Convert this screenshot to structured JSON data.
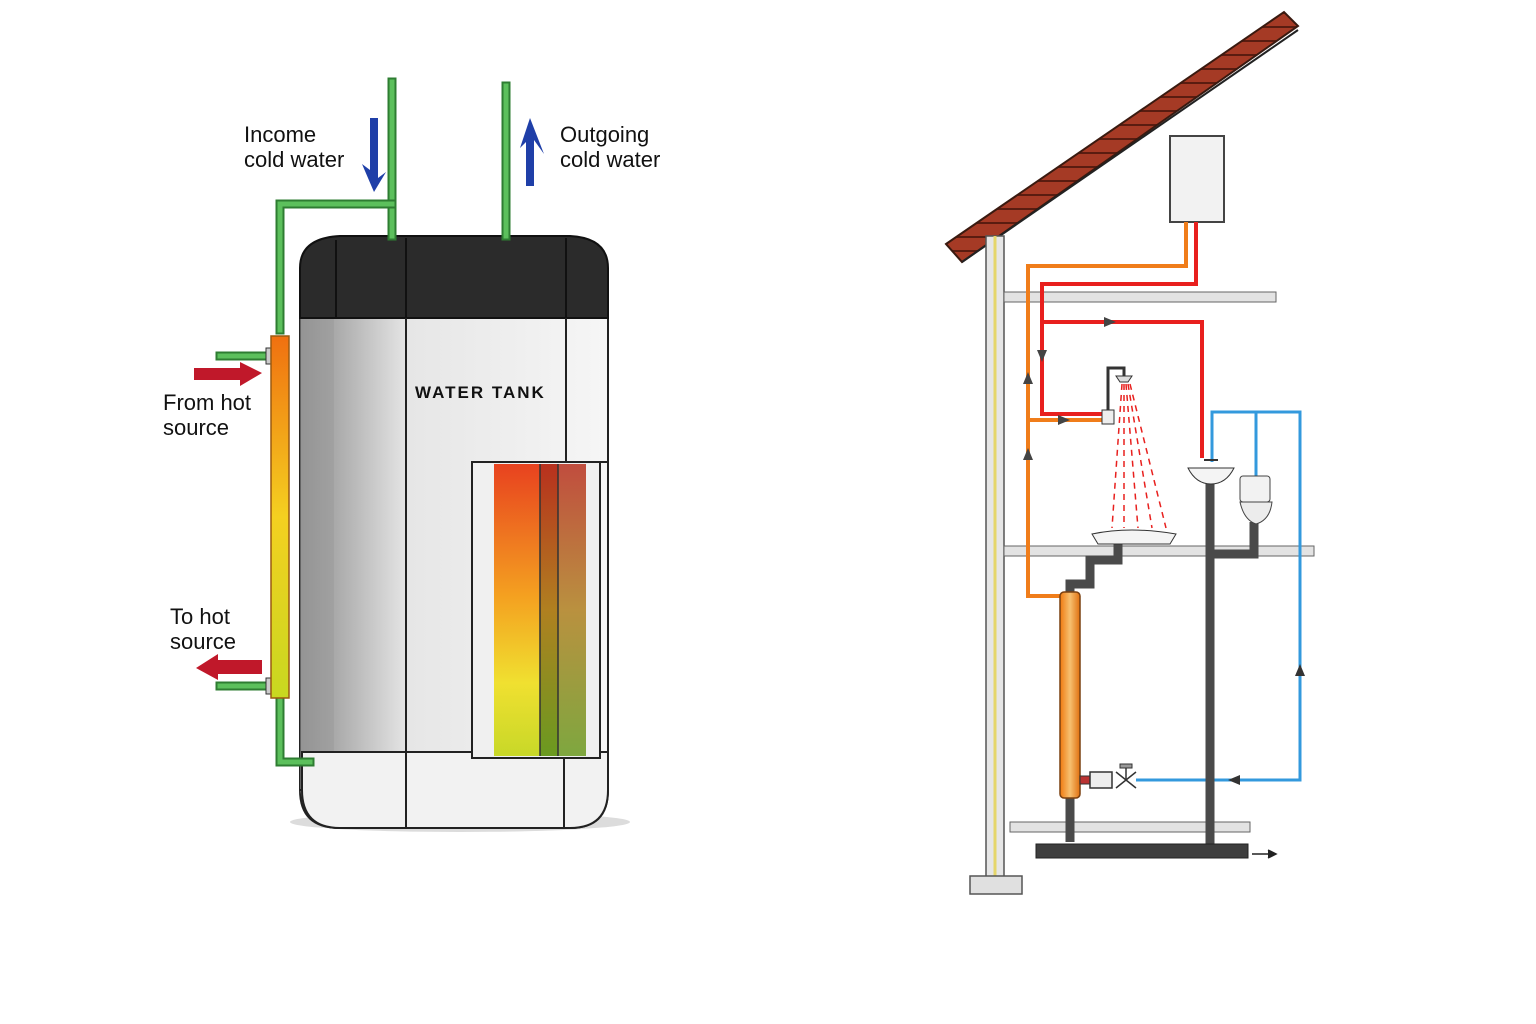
{
  "labels": {
    "income_line1": "Income",
    "income_line2": "cold water",
    "outgoing_line1": "Outgoing",
    "outgoing_line2": "cold water",
    "from_hot_line1": "From hot",
    "from_hot_line2": "source",
    "to_hot_line1": "To hot",
    "to_hot_line2": "source",
    "tank_title": "WATER TANK"
  },
  "colors": {
    "cold_pipe": "#4caf50",
    "cold_pipe_dark": "#2e7d32",
    "flow_arrow_blue": "#1f3fa8",
    "hot_arrow_red": "#c0182a",
    "tank_cap": "#2b2b2b",
    "hot_supply": "#e8201e",
    "warm_supply": "#f07d1a",
    "cold_supply_house": "#3399dd",
    "drain": "#4a4a4a",
    "roof_tile": "#a53a25"
  },
  "icons": [
    "down-arrow-icon",
    "up-arrow-icon",
    "right-arrow-icon",
    "left-arrow-icon",
    "shower-icon",
    "sink-icon",
    "toilet-icon",
    "valve-icon",
    "boiler-icon"
  ]
}
